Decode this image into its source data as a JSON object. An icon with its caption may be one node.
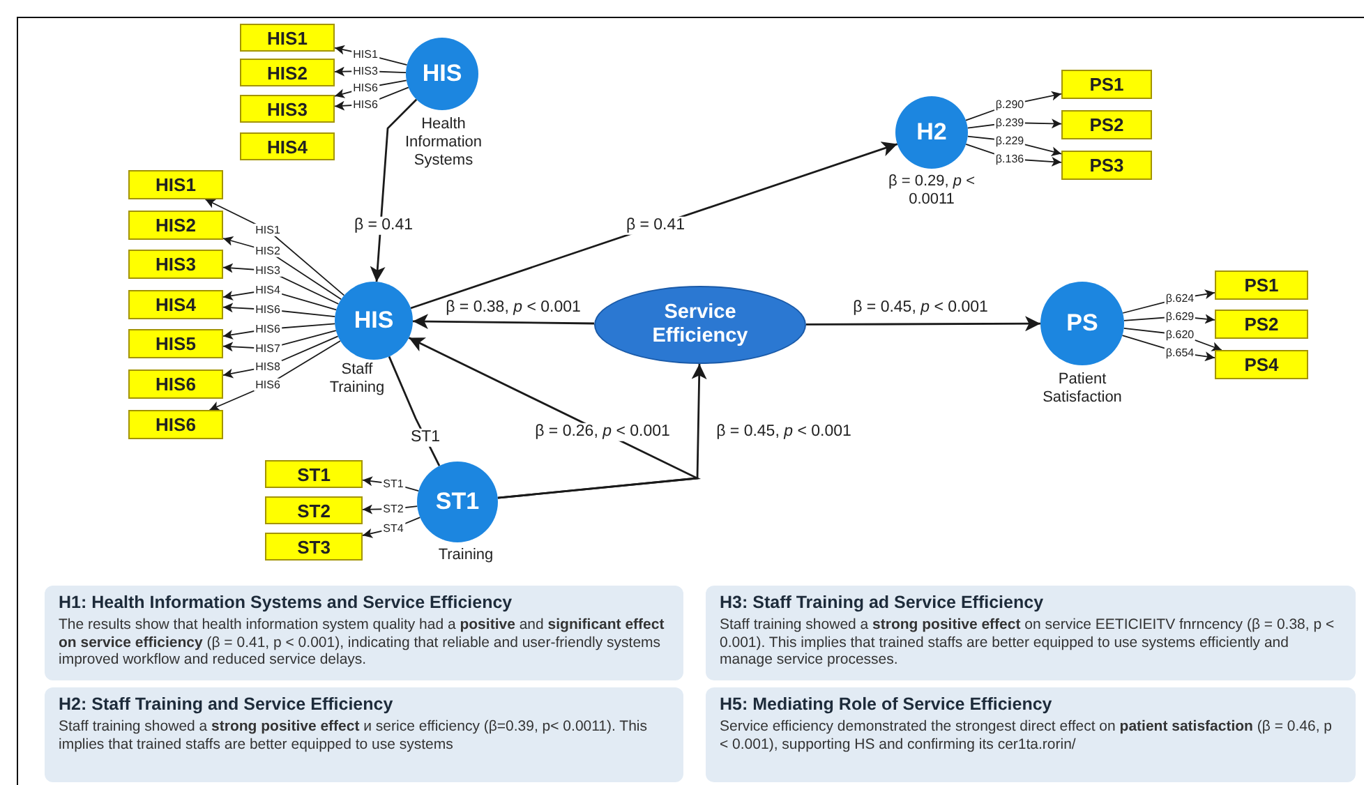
{
  "diagram": {
    "nodes": [
      {
        "text": [
          "HIS1"
        ]
      },
      {
        "text": [
          "HIS2"
        ]
      },
      {
        "text": [
          "HIS3"
        ]
      },
      {
        "text": [
          "HIS4"
        ]
      },
      {
        "text": [
          "HIS"
        ],
        "beside": [
          "Health Information Systems"
        ]
      },
      {
        "text": [
          "HIS1"
        ]
      },
      {
        "text": [
          "HIS2"
        ]
      },
      {
        "text": [
          "HIS3"
        ]
      },
      {
        "text": [
          "HIS4"
        ]
      },
      {
        "text": [
          "HIS5"
        ]
      },
      {
        "text": [
          "HIS6"
        ]
      },
      {
        "text": [
          "HIS6"
        ]
      },
      {
        "text": [
          "HIS"
        ],
        "beside": [
          "Staff Training"
        ]
      },
      {
        "text": [
          "ST1"
        ]
      },
      {
        "text": [
          "ST2"
        ]
      },
      {
        "text": [
          "ST3"
        ]
      },
      {
        "text": [
          "ST1"
        ],
        "beside": [
          "Training"
        ]
      },
      {
        "text": [
          "Service Efficiency"
        ]
      },
      {
        "text": [
          "H2"
        ],
        "beside": [
          "β = 0.29, *p* < 0.0011"
        ]
      },
      {
        "text": [
          "PS1"
        ]
      },
      {
        "text": [
          "PS2"
        ]
      },
      {
        "text": [
          "PS3"
        ]
      },
      {
        "text": [
          "PS"
        ],
        "beside": [
          "Patient Satisfaction"
        ]
      },
      {
        "text": [
          "PS1"
        ]
      },
      {
        "text": [
          "PS2"
        ]
      },
      {
        "text": [
          "PS4"
        ]
      },
      {
        "text": [
          "H1: Health Information Systems and Service Efficiency",
          "The results show that health information system quality had a **positive** and **significant effect on service efficiency** (β = 0.41, p < 0.001), indicating that reliable and user-friendly systems improved workflow and reduced service delays."
        ]
      },
      {
        "text": [
          "H3: Staff Training ad Service Efficiency",
          "Staff training showed a **strong positive effect** on service EETICIEITV fnrncency (β = 0.38, p < 0.001). This implies that trained staffs are better equipped to use systems efficiently and manage service processes."
        ]
      },
      {
        "text": [
          "H2: Staff Training and Service Efficiency",
          "Staff training showed a **strong positive effect** и serice efficiency (β=0.39, p< 0.0011). This implies that trained staffs are better equipped to use systems"
        ]
      },
      {
        "text": [
          "H5: Mediating Role of Service Efficiency",
          "Service efficiency demonstrated the strongest direct effect on **patient satisfaction** (β = 0.46, p < 0.001), supporting HS and confirming its cer1ta.rorin/"
        ]
      }
    ],
    "edges": [
      {
        "from": 4,
        "to": 0,
        "arrow": "to",
        "label": "HIS1"
      },
      {
        "from": 4,
        "to": 1,
        "arrow": "to",
        "label": "HIS3"
      },
      {
        "from": 4,
        "to": 2,
        "arrow": "to",
        "label": "HIS6"
      },
      {
        "from": 4,
        "to": 2,
        "arrow": "to",
        "label": "HIS6"
      },
      {
        "from": 12,
        "to": 5,
        "arrow": "to",
        "label": "HIS1"
      },
      {
        "from": 12,
        "to": 6,
        "arrow": "to",
        "label": "HIS2"
      },
      {
        "from": 12,
        "to": 7,
        "arrow": "to",
        "label": "HIS3"
      },
      {
        "from": 12,
        "to": 8,
        "arrow": "to",
        "label": "HIS4"
      },
      {
        "from": 12,
        "to": 8,
        "arrow": "to",
        "label": "HIS6"
      },
      {
        "from": 12,
        "to": 9,
        "arrow": "to",
        "label": "HIS6"
      },
      {
        "from": 12,
        "to": 9,
        "arrow": "to",
        "label": "HIS7"
      },
      {
        "from": 12,
        "to": 10,
        "arrow": "to",
        "label": "HIS8"
      },
      {
        "from": 12,
        "to": 11,
        "arrow": "to",
        "label": "HIS6"
      },
      {
        "from": 16,
        "to": 13,
        "arrow": "to",
        "label": "ST1"
      },
      {
        "from": 16,
        "to": 14,
        "arrow": "to",
        "label": "ST2"
      },
      {
        "from": 16,
        "to": 15,
        "arrow": "to",
        "label": "ST4"
      },
      {
        "from": 18,
        "to": 19,
        "arrow": "to",
        "label": "β.290"
      },
      {
        "from": 18,
        "to": 20,
        "arrow": "to",
        "label": "β.239"
      },
      {
        "from": 18,
        "to": 21,
        "arrow": "to",
        "label": "β.229"
      },
      {
        "from": 18,
        "to": 21,
        "arrow": "to",
        "label": "β.136"
      },
      {
        "from": 22,
        "to": 23,
        "arrow": "to",
        "label": "β.624"
      },
      {
        "from": 22,
        "to": 24,
        "arrow": "to",
        "label": "β.629"
      },
      {
        "from": 22,
        "to": 25,
        "arrow": "to",
        "label": "β.620"
      },
      {
        "from": 22,
        "to": 25,
        "arrow": "to",
        "label": "β.654"
      },
      {
        "from": 4,
        "to": 12,
        "arrow": "to",
        "label": "β = 0.41"
      },
      {
        "from": 12,
        "to": 18,
        "arrow": "to",
        "label": "β = 0.41"
      },
      {
        "from": 17,
        "to": 12,
        "arrow": "to",
        "label": "β = 0.38, *p* < 0.001"
      },
      {
        "from": 17,
        "to": 22,
        "arrow": "to",
        "label": "β = 0.45, *p* < 0.001"
      },
      {
        "from": 16,
        "to": 17,
        "arrow": "to",
        "label": "β = 0.45, *p* < 0.001"
      },
      {
        "from": 16,
        "to": 12,
        "arrow": "to",
        "label": "β = 0.26, *p* < 0.001"
      },
      {
        "from": 12,
        "to": 16,
        "arrow": "none",
        "label": "ST1"
      }
    ]
  }
}
